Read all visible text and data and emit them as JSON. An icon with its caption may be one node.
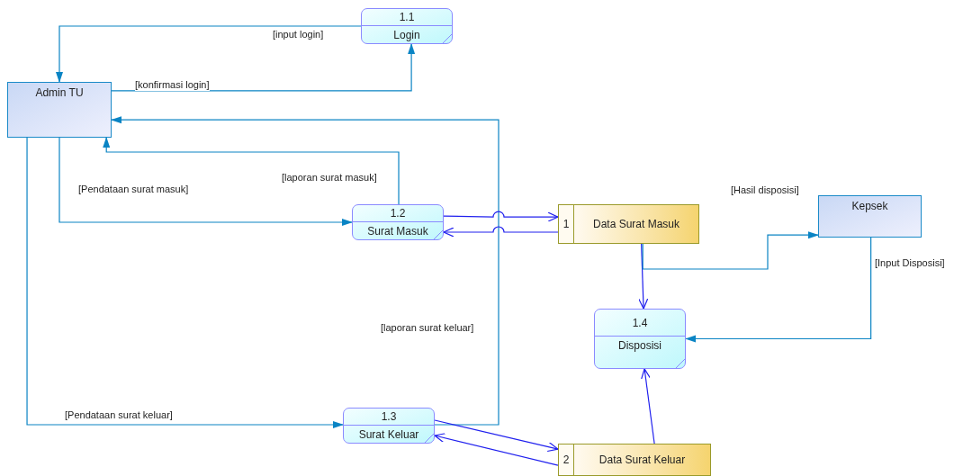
{
  "diagram": {
    "nodes": [
      {
        "text": [
          "Admin TU"
        ]
      },
      {
        "text": [
          "1.1",
          "Login"
        ]
      },
      {
        "text": [
          "1.2",
          "Surat Masuk"
        ]
      },
      {
        "text": [
          "1",
          "Data Surat Masuk"
        ]
      },
      {
        "text": [
          "Kepsek"
        ]
      },
      {
        "text": [
          "1.4",
          "Disposisi"
        ]
      },
      {
        "text": [
          "1.3",
          "Surat Keluar"
        ]
      },
      {
        "text": [
          "2",
          "Data Surat Keluar"
        ]
      }
    ],
    "edges": [
      {
        "from": 1,
        "to": 0,
        "arrow": "to",
        "label": "[input login]"
      },
      {
        "from": 0,
        "to": 1,
        "arrow": "to",
        "label": "[konfirmasi login]"
      },
      {
        "from": 6,
        "to": 0,
        "arrow": "to",
        "label": "[laporan surat keluar]"
      },
      {
        "from": 2,
        "to": 0,
        "arrow": "to",
        "label": "[laporan surat masuk]"
      },
      {
        "from": 0,
        "to": 2,
        "arrow": "to",
        "label": "[Pendataan surat masuk]"
      },
      {
        "from": 0,
        "to": 6,
        "arrow": "to",
        "label": "[Pendataan surat keluar]"
      },
      {
        "from": 2,
        "to": 3,
        "arrow": "to",
        "color": "#2020ee"
      },
      {
        "from": 3,
        "to": 2,
        "arrow": "to",
        "color": "#2020ee"
      },
      {
        "from": 3,
        "to": 5,
        "arrow": "to",
        "color": "#2020ee"
      },
      {
        "from": 3,
        "to": 4,
        "arrow": "to",
        "label": "[Hasil disposisi]"
      },
      {
        "from": 4,
        "to": 5,
        "arrow": "to",
        "label": "[Input Disposisi]"
      },
      {
        "from": 6,
        "to": 7,
        "arrow": "to",
        "color": "#2020ee"
      },
      {
        "from": 7,
        "to": 6,
        "arrow": "to",
        "color": "#2020ee"
      },
      {
        "from": 7,
        "to": 5,
        "arrow": "to",
        "color": "#2020ee"
      }
    ]
  }
}
